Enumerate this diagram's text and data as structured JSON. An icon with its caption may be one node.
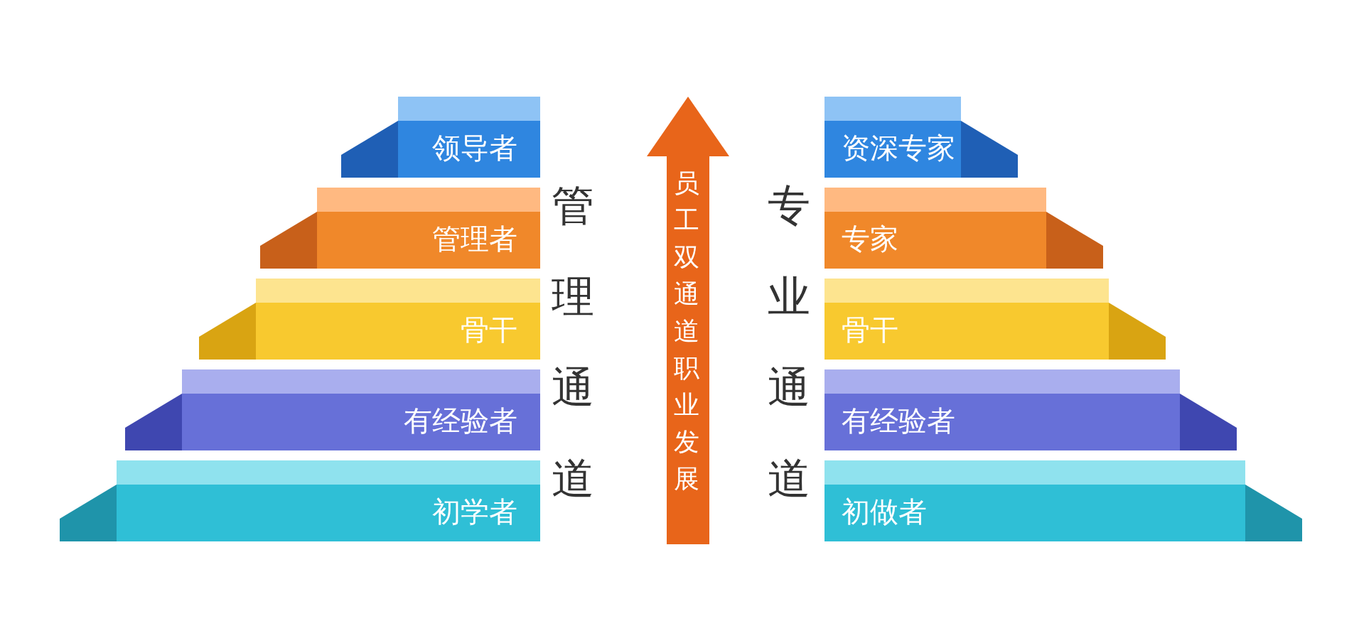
{
  "diagram": {
    "nodes": [
      {
        "text": [
          "领导者"
        ]
      },
      {
        "text": [
          "管理者"
        ]
      },
      {
        "text": [
          "骨干"
        ]
      },
      {
        "text": [
          "有经验者"
        ]
      },
      {
        "text": [
          "初学者"
        ]
      },
      {
        "text": [
          "员工双通道职业发展"
        ]
      },
      {
        "text": [
          "资深专家"
        ]
      },
      {
        "text": [
          "专家"
        ]
      },
      {
        "text": [
          "骨干"
        ]
      },
      {
        "text": [
          "有经验者"
        ]
      },
      {
        "text": [
          "初做者"
        ]
      }
    ],
    "labels": [
      "管理通道",
      "专业通道"
    ]
  }
}
